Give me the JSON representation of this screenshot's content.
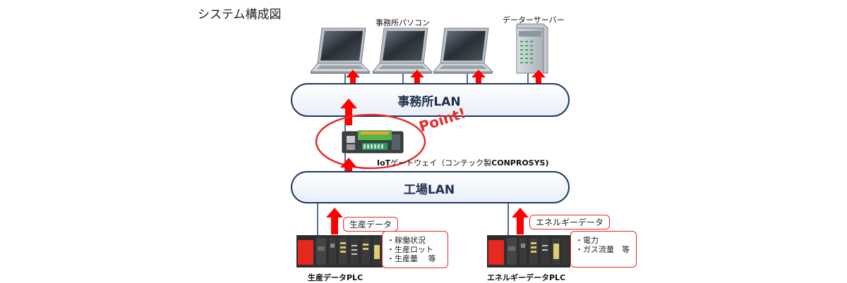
{
  "title": "システム構成図",
  "office_pc_label": "事務所パソコン",
  "data_server_label": "データーサーバー",
  "office_lan_label": "事務所LAN",
  "factory_lan_label": "工場LAN",
  "gateway_label_prefix": "IoT",
  "gateway_label_rest": "ゲートウェイ（コンテック製",
  "gateway_label_brand": "CONPROSYS)",
  "point_label": "Point!",
  "production": {
    "tag": "生産データ",
    "items": [
      "・稼働状況",
      "・生産ロット",
      "・生産量　 等"
    ],
    "plc_label": "生産データPLC"
  },
  "energy": {
    "tag": "エネルギーデータ",
    "items": [
      "・電力",
      "・ガス流量　等"
    ],
    "plc_label": "エネルギーデータPLC"
  },
  "colors": {
    "arrow": "#ff0000",
    "accent_red": "#e52b2b",
    "lan_border": "#1f3864",
    "lan_text": "#1f2f4d"
  }
}
